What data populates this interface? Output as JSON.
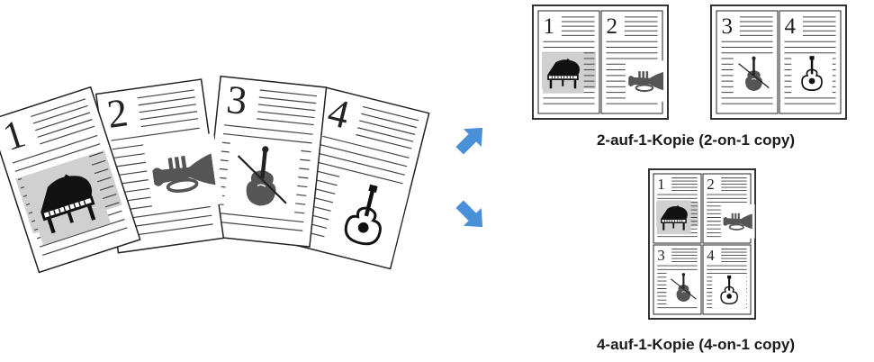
{
  "source_pages": [
    {
      "number": "1",
      "icon": "piano-icon",
      "highlight": true
    },
    {
      "number": "2",
      "icon": "trumpet-icon",
      "highlight": false
    },
    {
      "number": "3",
      "icon": "violin-icon",
      "highlight": false
    },
    {
      "number": "4",
      "icon": "guitar-icon",
      "highlight": false
    }
  ],
  "arrows": {
    "color": "#4a90d9",
    "icons": [
      "arrow-up-right-icon",
      "arrow-down-right-icon"
    ]
  },
  "outputs": {
    "two_on_one": {
      "caption": "2-auf-1-Kopie (2-on-1 copy)",
      "sheets": [
        [
          "1",
          "2"
        ],
        [
          "3",
          "4"
        ]
      ]
    },
    "four_on_one": {
      "caption": "4-auf-1-Kopie (4-on-1 copy)",
      "pages": [
        "1",
        "2",
        "3",
        "4"
      ]
    }
  },
  "colors": {
    "page_highlight": "#d0d0d0",
    "ink": "#222222",
    "sheet_border": "#333333"
  }
}
